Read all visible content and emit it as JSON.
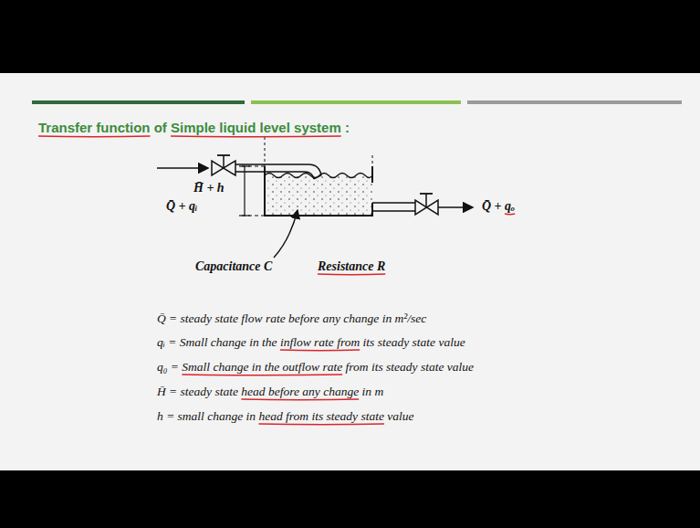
{
  "diagram": {
    "title": "Transfer function of Simple liquid level system :",
    "labels": [
      "H̄ + h",
      "Q̄ + qᵢ",
      "Q̄ + qₒ",
      "Capacitance C",
      "Resistance R",
      "Q̄ = steady state flow rate before any change in m²/sec",
      "qᵢ = Small change in the inflow rate from its steady state value",
      "q₀ = Small change in the outflow rate from its steady state value",
      "H̄ = steady state head before any change in m",
      "h = small change in head from its steady state value"
    ]
  }
}
